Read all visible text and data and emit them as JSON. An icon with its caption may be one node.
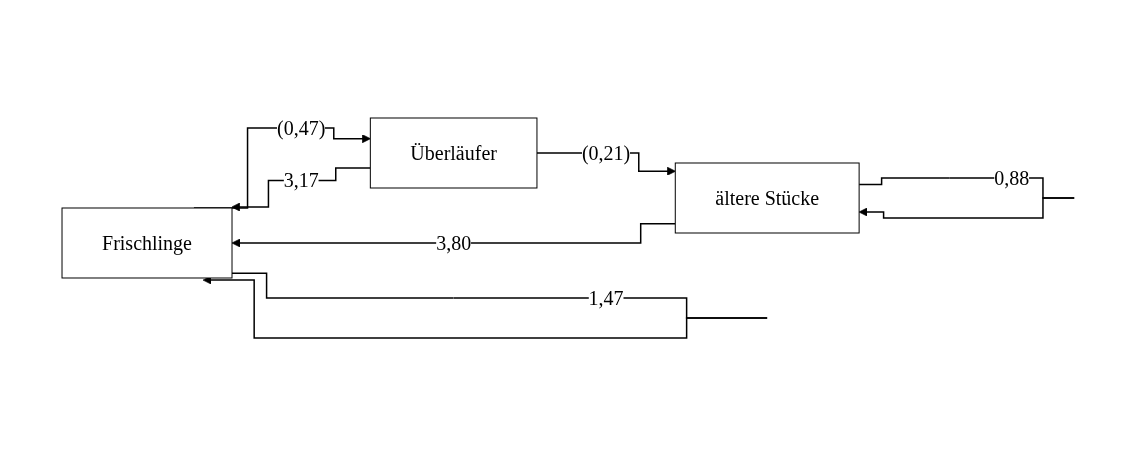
{
  "diagram": {
    "nodes": [
      {
        "text": [
          "Frischlinge"
        ]
      },
      {
        "text": [
          "Überläufer"
        ]
      },
      {
        "text": [
          "ältere Stücke"
        ]
      }
    ],
    "edges": [
      {
        "from": 0,
        "to": 0,
        "arrow": "to",
        "label": "1,47"
      },
      {
        "from": 1,
        "to": 0,
        "arrow": "to",
        "label": "3,17"
      },
      {
        "from": 2,
        "to": 0,
        "arrow": "to",
        "label": "3,80"
      },
      {
        "from": 0,
        "to": 1,
        "arrow": "to",
        "label": "(0,47)"
      },
      {
        "from": 1,
        "to": 2,
        "arrow": "to",
        "label": "(0,21)"
      },
      {
        "from": 2,
        "to": 2,
        "arrow": "to",
        "label": "0,88"
      }
    ]
  }
}
